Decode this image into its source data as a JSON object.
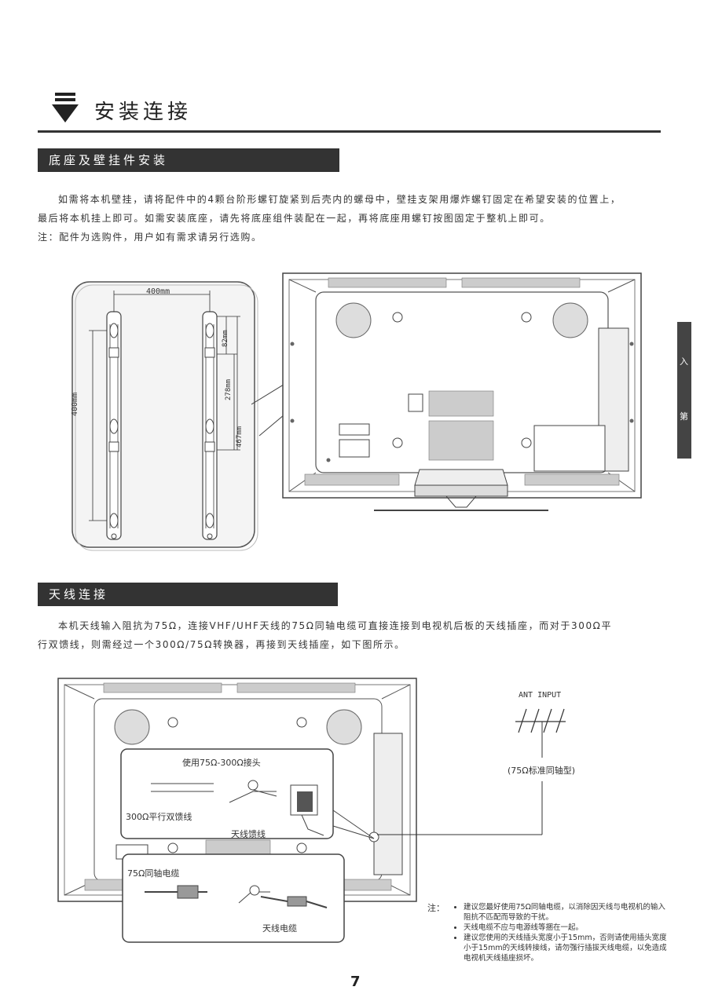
{
  "header": {
    "title": "安装连接"
  },
  "sections": [
    {
      "title": "底座及壁挂件安装"
    },
    {
      "title": "天线连接"
    }
  ],
  "wall_mount": {
    "para1": "如需将本机壁挂，请将配件中的4颗台阶形螺钉旋紧到后壳内的螺母中，壁挂支架用爆炸螺钉固定在希望安装的位置上，",
    "para2": "最后将本机挂上即可。如需安装底座，请先将底座组件装配在一起，再将底座用螺钉按图固定于整机上即可。",
    "note": "注：配件为选购件，用户如有需求请另行选购。",
    "dim_width": "400mm",
    "dim_height": "400mm",
    "dim_top": "82mm",
    "dim_mid": "278mm",
    "dim_low": "467mm"
  },
  "antenna": {
    "para1": "本机天线输入阻抗为75Ω，连接VHF/UHF天线的75Ω同轴电缆可直接连接到电视机后板的天线插座，而对于300Ω平",
    "para2": "行双馈线，则需经过一个300Ω/75Ω转换器，再接到天线插座，如下图所示。",
    "ant_input": "ANT INPUT",
    "coax_std": "(75Ω标准同轴型)",
    "adapter_label": "使用75Ω-300Ω接头",
    "twin_lead_label": "300Ω平行双馈线",
    "feeder_label": "天线馈线",
    "coax_label": "75Ω同轴电缆",
    "cable_label": "天线电缆",
    "note_title": "注：",
    "notes": [
      "建议您最好使用75Ω同轴电缆，以消除因天线与电视机的输入阻抗不匹配而导致的干扰。",
      "天线电缆不应与电源线等捆在一起。",
      "建议您使用的天线插头宽度小于15mm，否则请使用插头宽度小于15mm的天线转接线，请勿强行插拔天线电缆，以免造成电视机天线插座损坏。"
    ]
  },
  "side_tab": {
    "chars": [
      "入",
      "第"
    ]
  },
  "footer": {
    "page_number": "7"
  }
}
